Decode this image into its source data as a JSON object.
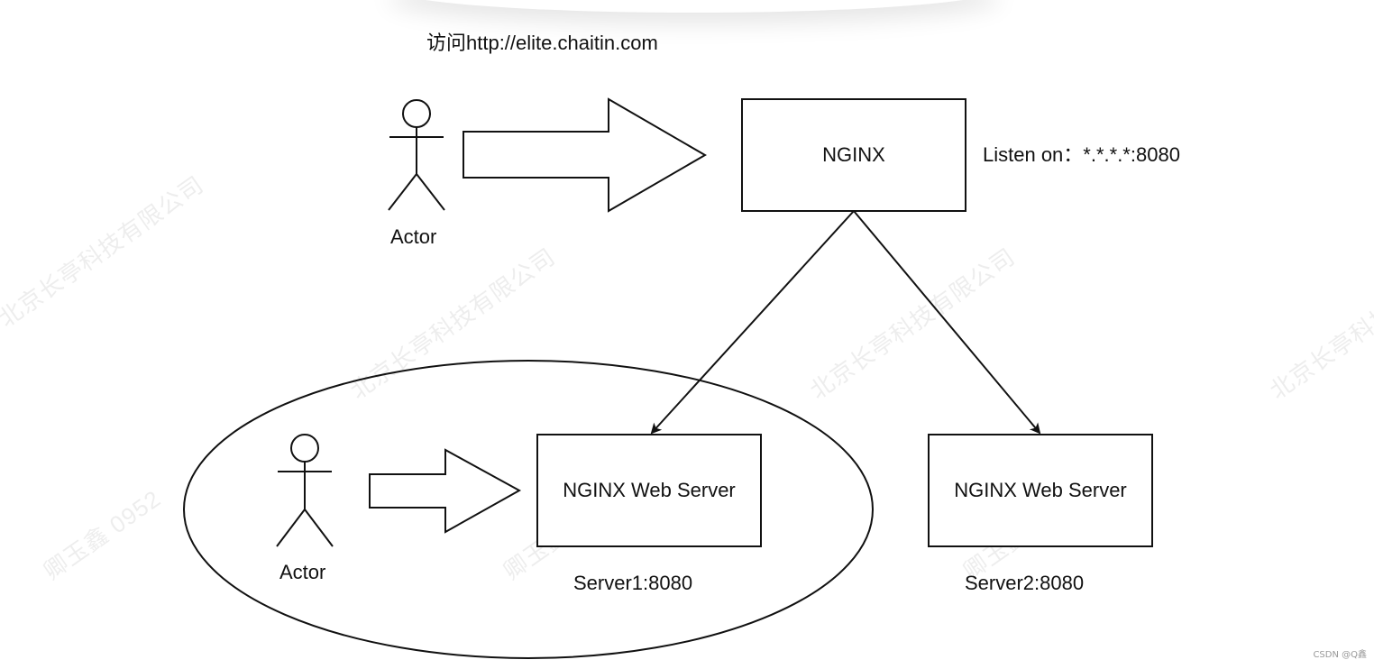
{
  "header": {
    "url_label": "访问http://elite.chaitin.com"
  },
  "actors": {
    "top_label": "Actor",
    "bottom_label": "Actor"
  },
  "nginx": {
    "label": "NGINX",
    "listen_label": "Listen on：*.*.*.*:8080"
  },
  "servers": [
    {
      "box_label": "NGINX Web Server",
      "address_label": "Server1:8080"
    },
    {
      "box_label": "NGINX Web Server",
      "address_label": "Server2:8080"
    }
  ],
  "watermarks": [
    "北京长亭科技有限公司",
    "卿玉鑫 0952"
  ],
  "credit": "CSDN @Q鑫"
}
